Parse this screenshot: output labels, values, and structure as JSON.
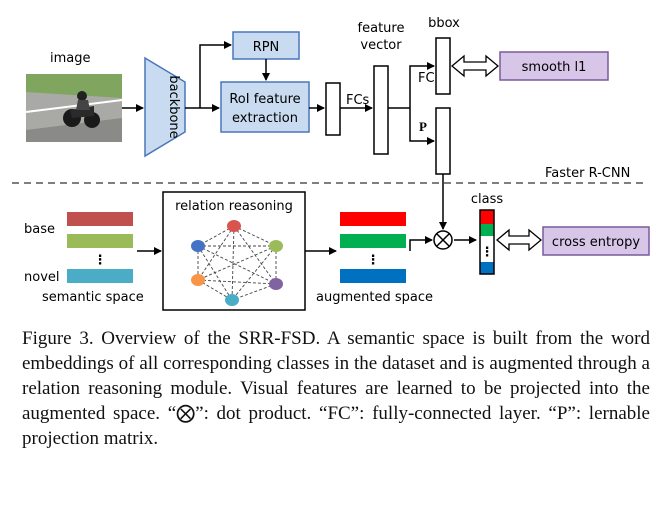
{
  "top": {
    "image_label": "image",
    "backbone": "backbone",
    "rpn": "RPN",
    "roi_line1": "RoI feature",
    "roi_line2": "extraction",
    "fcs": "FCs",
    "feature_vector_line1": "feature",
    "feature_vector_line2": "vector",
    "bbox": "bbox",
    "fc": "FC",
    "p": "P",
    "smooth_l1": "smooth l1",
    "faster_rcnn": "Faster R-CNN"
  },
  "bottom": {
    "base": "base",
    "novel": "novel",
    "semantic_space": "semantic space",
    "relation_reasoning": "relation reasoning",
    "augmented_space": "augmented space",
    "class": "class",
    "cross_entropy": "cross entropy",
    "dots": "⋮"
  },
  "colors": {
    "box_fill": "#c9dbf0",
    "box_stroke": "#4a76b8",
    "loss_fill": "#d8c6e8",
    "loss_stroke": "#7a5a9c",
    "sem_red": "#c0504d",
    "sem_green": "#9bbb59",
    "sem_teal": "#4bacc6",
    "aug_red": "#ff0000",
    "aug_green": "#00b050",
    "aug_blue": "#0070c0"
  },
  "caption": {
    "text": "Figure 3. Overview of the SRR-FSD. A semantic space is built from the word embeddings of all corresponding classes in the dataset and is augmented through a relation reasoning module. Visual features are learned to be projected into the augmented space. “⨂”: dot product. “FC”: fully-connected layer. “P”: lernable projection matrix."
  }
}
